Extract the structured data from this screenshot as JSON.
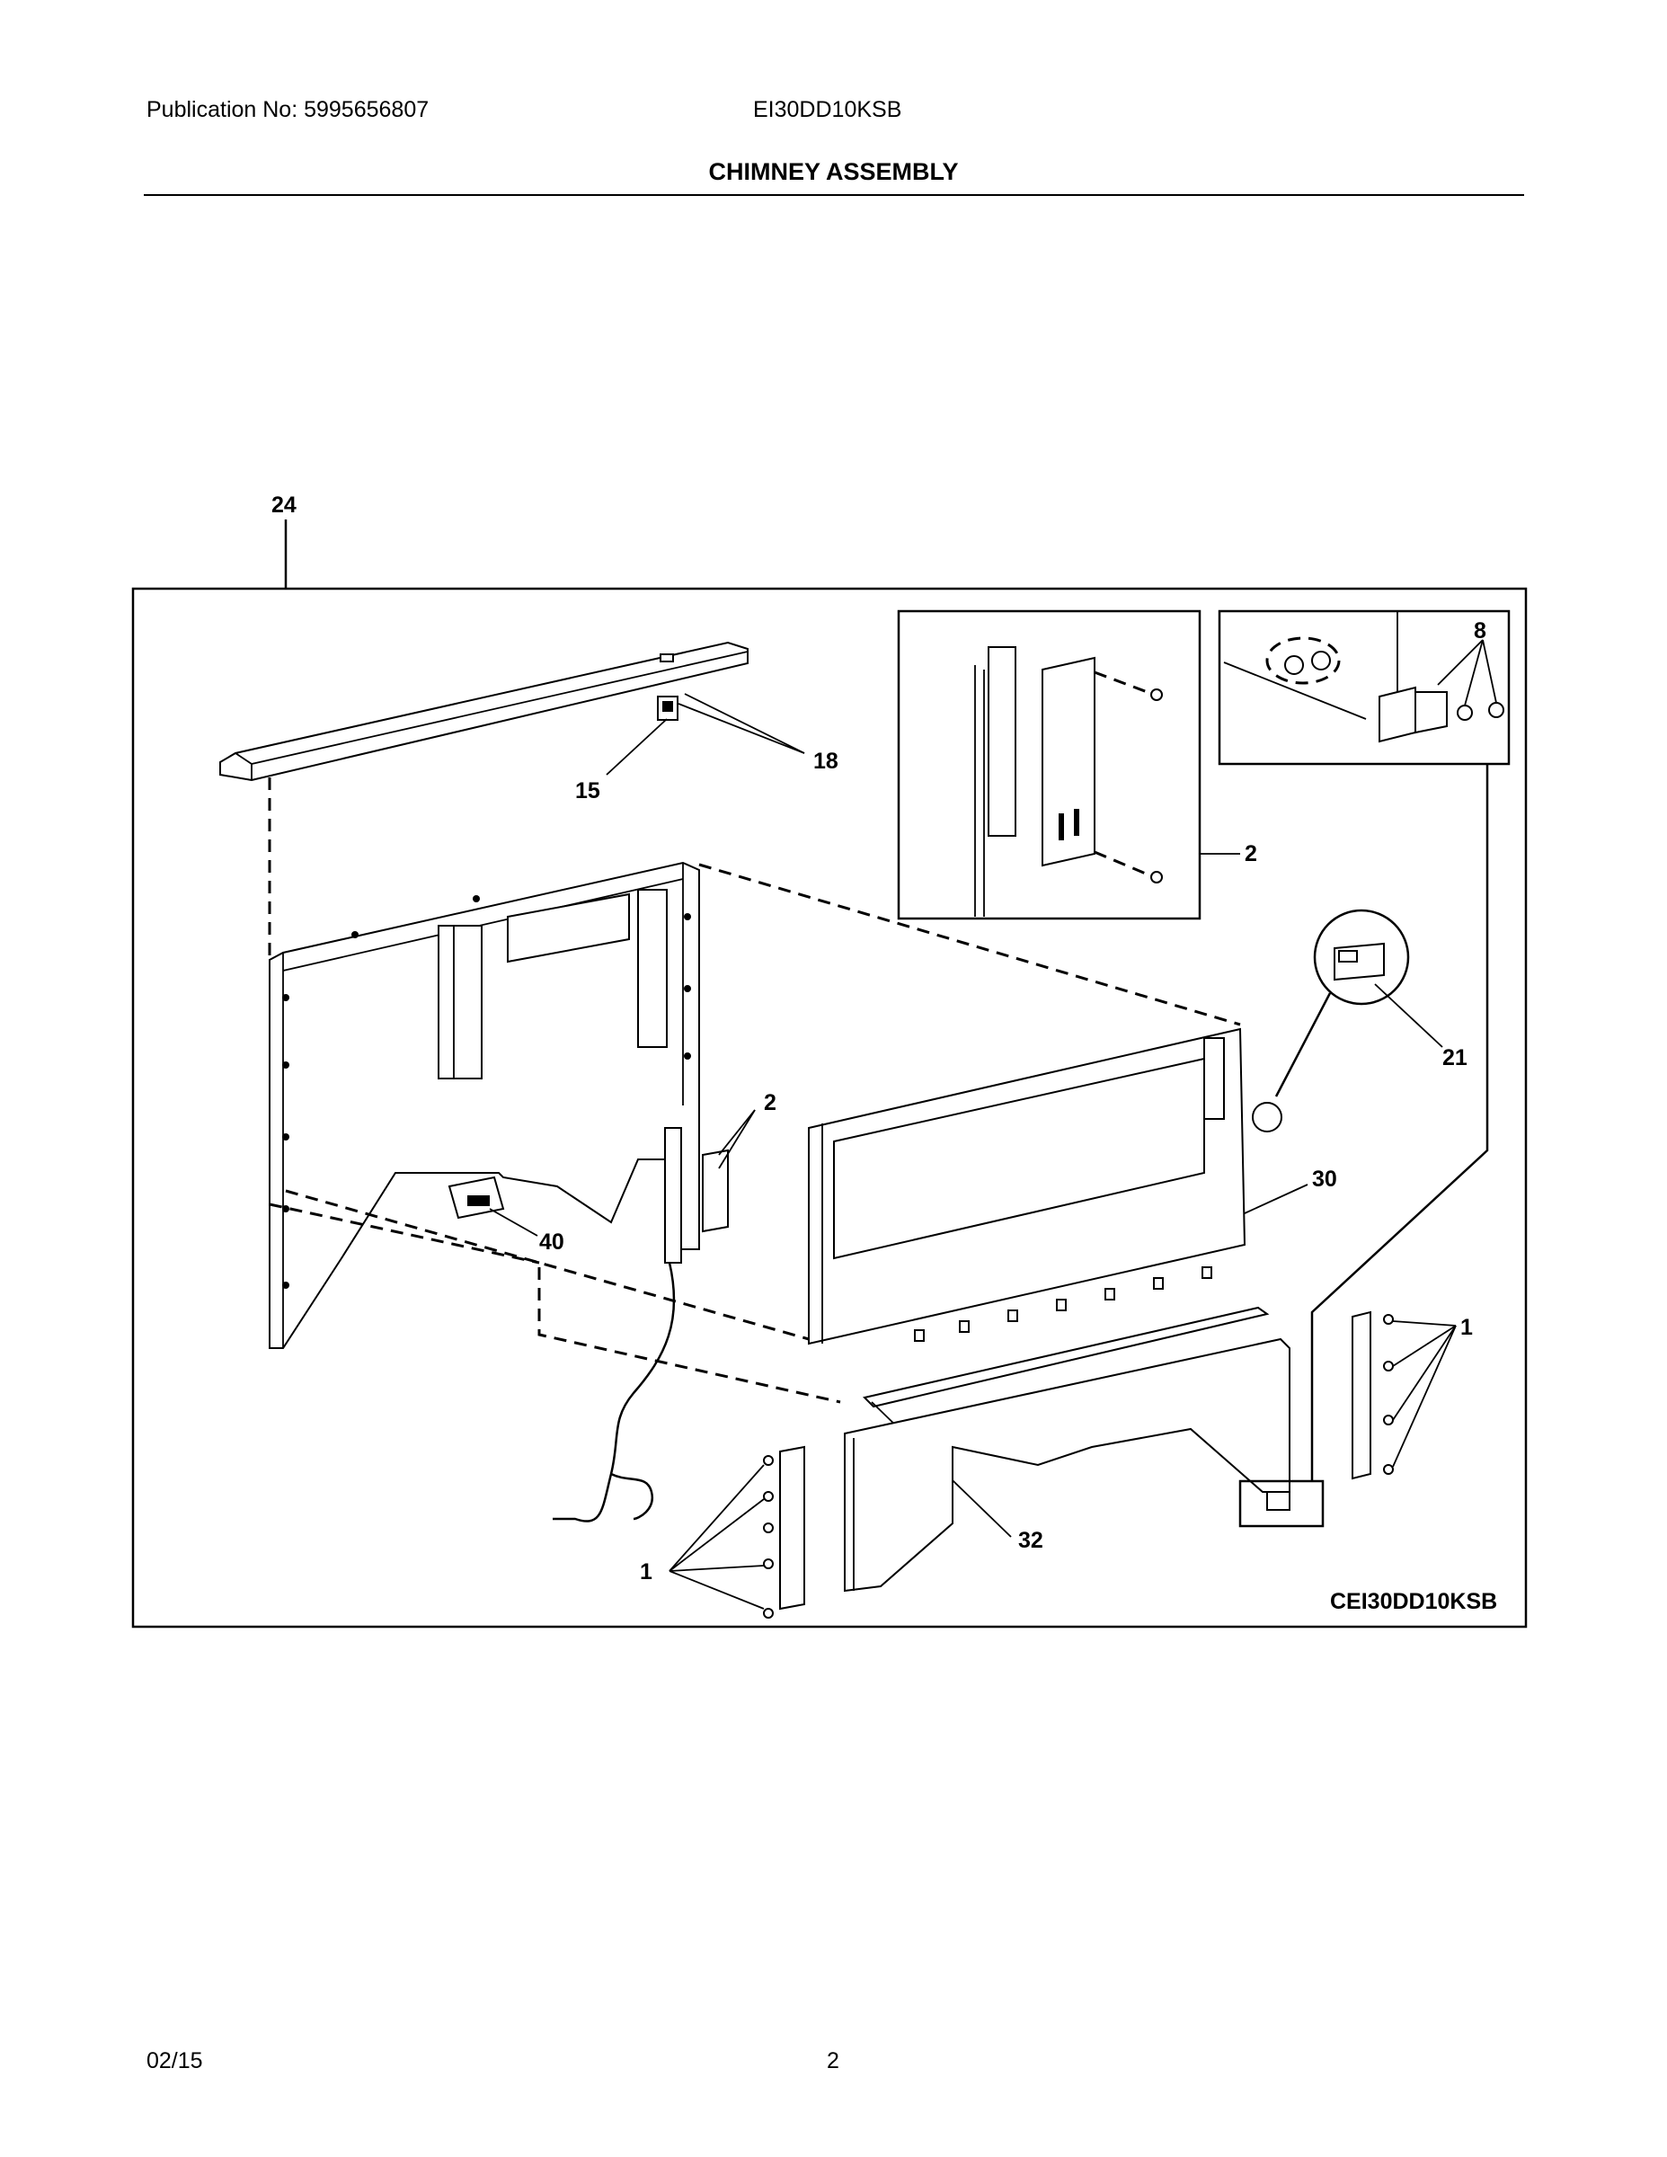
{
  "header": {
    "publication": "Publication No: 5995656807",
    "model": "EI30DD10KSB",
    "title": "CHIMNEY ASSEMBLY"
  },
  "diagram": {
    "callouts": {
      "c24": "24",
      "c18": "18",
      "c15": "15",
      "c8": "8",
      "c2_inset": "2",
      "c2": "2",
      "c21": "21",
      "c30": "30",
      "c40": "40",
      "c1_right": "1",
      "c1_left": "1",
      "c32": "32"
    },
    "model_code": "CEI30DD10KSB"
  },
  "footer": {
    "date": "02/15",
    "page": "2"
  }
}
